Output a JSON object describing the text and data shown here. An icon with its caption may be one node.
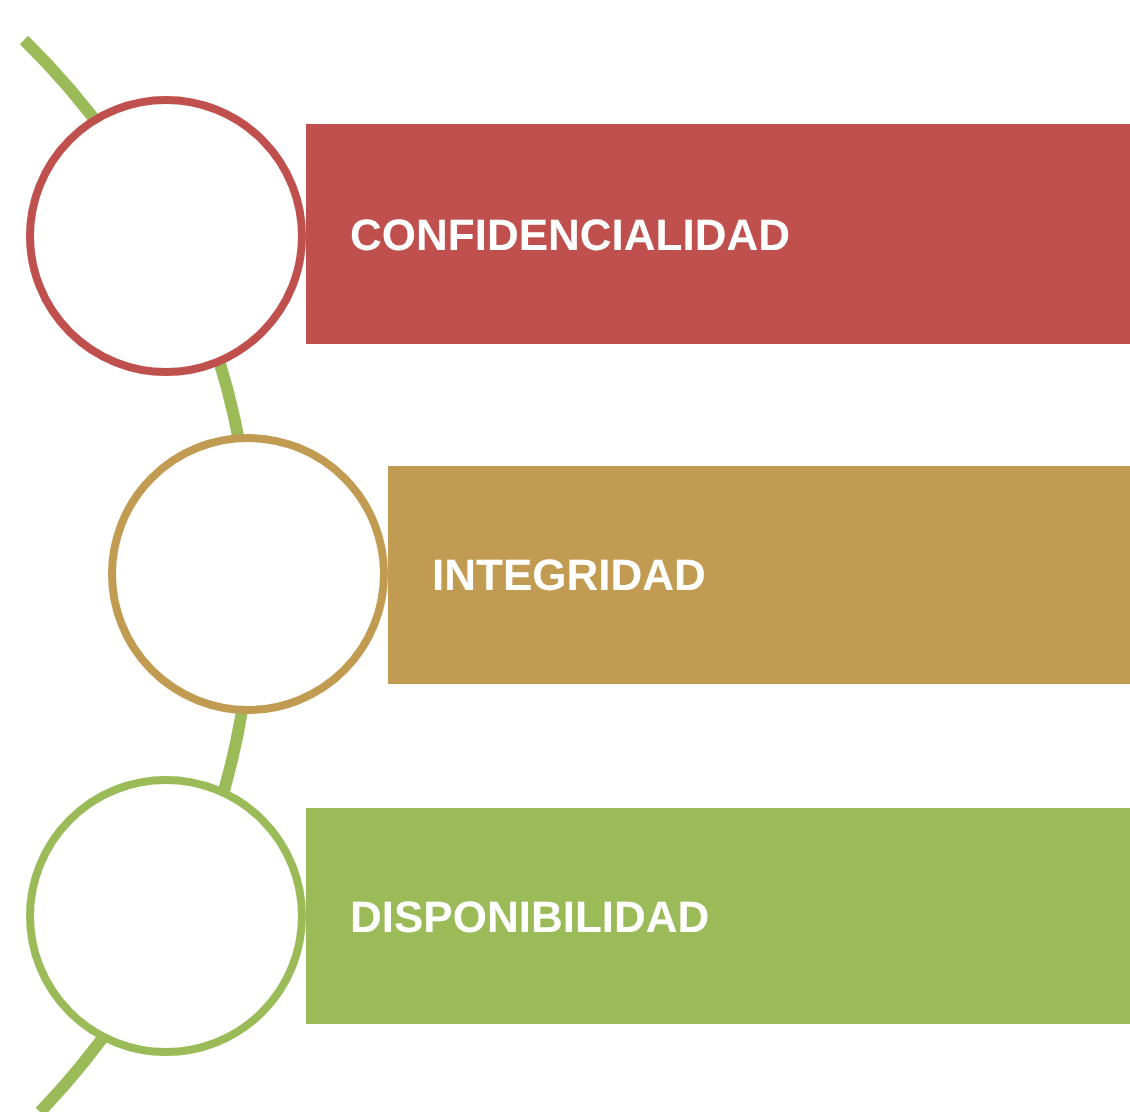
{
  "diagram": {
    "nodes": [
      {
        "text": [],
        "shape": "circle"
      },
      {
        "text": [
          "CONFIDENCIALIDAD"
        ]
      },
      {
        "text": [],
        "shape": "circle"
      },
      {
        "text": [
          "INTEGRIDAD"
        ]
      },
      {
        "text": [],
        "shape": "circle"
      },
      {
        "text": [
          "DISPONIBILIDAD"
        ]
      }
    ]
  }
}
